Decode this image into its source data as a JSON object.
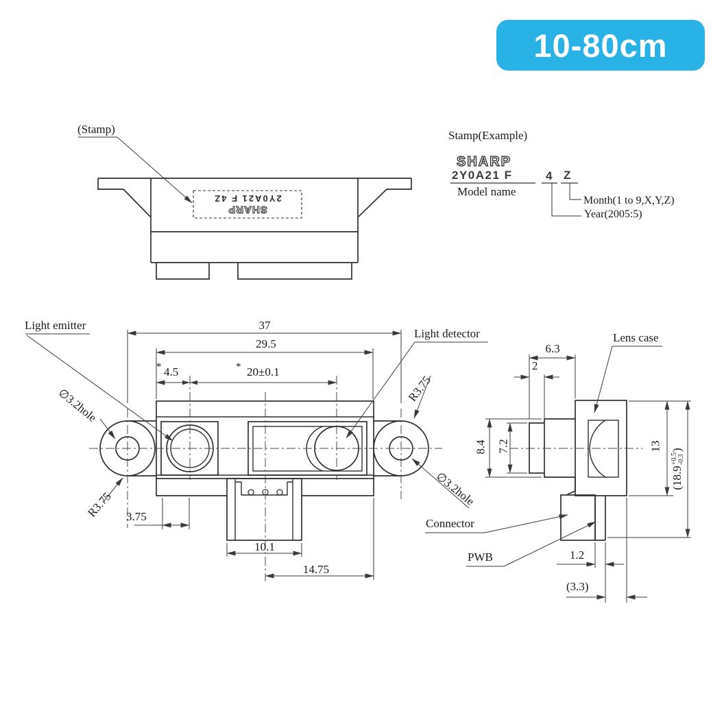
{
  "badge": {
    "label": "10-80cm",
    "bg_color": "#29b2e6",
    "fg_color": "#ffffff"
  },
  "top_view": {
    "stamp_callout": "(Stamp)",
    "stamp_logo": "SHARP",
    "stamp_model": "2Y0A21 F 4Z"
  },
  "stamp_example": {
    "title": "Stamp(Example)",
    "logo": "SHARP",
    "model_code": "2Y0A21 F",
    "year_code": "4",
    "month_code": "Z",
    "model_label": "Model name",
    "month_label": "Month(1 to 9,X,Y,Z)",
    "year_label": "Year(2005:5)"
  },
  "front_view": {
    "light_emitter": "Light emitter",
    "light_detector": "Light detector",
    "hole_left": "∅3.2hole",
    "hole_right": "∅3.2hole",
    "radius_left": "R3.75",
    "radius_right": "R3.75",
    "dim_37": "37",
    "dim_29_5": "29.5",
    "asterisk": "*",
    "dim_4_5": "4.5",
    "dim_20": "20±0.1",
    "dim_3_75": "3.75",
    "dim_10_1": "10.1",
    "dim_14_75": "14.75"
  },
  "side_view": {
    "lens_case": "Lens case",
    "connector": "Connector",
    "pwb": "PWB",
    "dim_6_3": "6.3",
    "dim_2": "2",
    "dim_8_4": "8.4",
    "dim_7_2": "7.2",
    "dim_13": "13",
    "dim_1_2": "1.2",
    "dim_3_3": "(3.3)",
    "dim_18_9_open": "(18.9",
    "dim_18_9_plus": "+0.5",
    "dim_18_9_minus": "-0.3",
    "dim_18_9_close": ")"
  }
}
